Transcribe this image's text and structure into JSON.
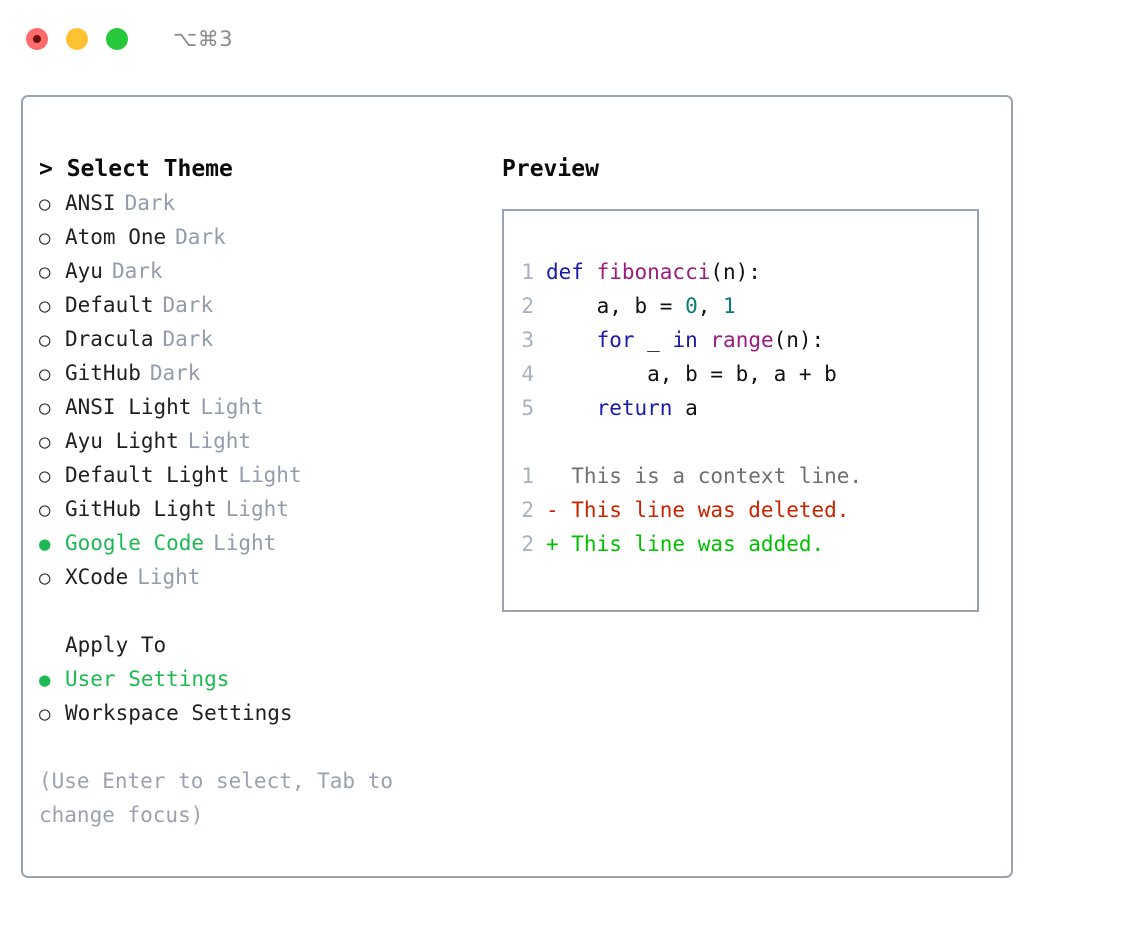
{
  "titlebar": {
    "shortcut": "⌥⌘3",
    "lights": [
      {
        "name": "close",
        "color": "#ff6b6b"
      },
      {
        "name": "minimize",
        "color": "#ffc233"
      },
      {
        "name": "maximize",
        "color": "#28c83c"
      }
    ]
  },
  "theme_picker": {
    "heading": "> Select Theme",
    "selected_marker": "●",
    "unselected_marker": "○",
    "items": [
      {
        "label": "ANSI",
        "category": "Dark",
        "selected": false
      },
      {
        "label": "Atom One",
        "category": "Dark",
        "selected": false
      },
      {
        "label": "Ayu",
        "category": "Dark",
        "selected": false
      },
      {
        "label": "Default",
        "category": "Dark",
        "selected": false
      },
      {
        "label": "Dracula",
        "category": "Dark",
        "selected": false
      },
      {
        "label": "GitHub",
        "category": "Dark",
        "selected": false
      },
      {
        "label": "ANSI Light",
        "category": "Light",
        "selected": false
      },
      {
        "label": "Ayu Light",
        "category": "Light",
        "selected": false
      },
      {
        "label": "Default Light",
        "category": "Light",
        "selected": false
      },
      {
        "label": "GitHub Light",
        "category": "Light",
        "selected": false
      },
      {
        "label": "Google Code",
        "category": "Light",
        "selected": true
      },
      {
        "label": "XCode",
        "category": "Light",
        "selected": false
      }
    ]
  },
  "apply_to": {
    "heading": "Apply To",
    "items": [
      {
        "label": "User Settings",
        "selected": true
      },
      {
        "label": "Workspace Settings",
        "selected": false
      }
    ]
  },
  "hint": "(Use Enter to select, Tab to change focus)",
  "preview": {
    "heading": "Preview",
    "code_lines": [
      {
        "number": "1",
        "tokens": [
          {
            "t": "def ",
            "c": "kw"
          },
          {
            "t": "fibonacci",
            "c": "fn"
          },
          {
            "t": "(n):",
            "c": "pl"
          }
        ]
      },
      {
        "number": "2",
        "tokens": [
          {
            "t": "    a, b = ",
            "c": "pl"
          },
          {
            "t": "0",
            "c": "num"
          },
          {
            "t": ", ",
            "c": "pl"
          },
          {
            "t": "1",
            "c": "num"
          }
        ]
      },
      {
        "number": "3",
        "tokens": [
          {
            "t": "    ",
            "c": "pl"
          },
          {
            "t": "for",
            "c": "kw"
          },
          {
            "t": " _ ",
            "c": "pl"
          },
          {
            "t": "in",
            "c": "kw"
          },
          {
            "t": " ",
            "c": "pl"
          },
          {
            "t": "range",
            "c": "fn"
          },
          {
            "t": "(n):",
            "c": "pl"
          }
        ]
      },
      {
        "number": "4",
        "tokens": [
          {
            "t": "        a, b = b, a + b",
            "c": "pl"
          }
        ]
      },
      {
        "number": "5",
        "tokens": [
          {
            "t": "    ",
            "c": "pl"
          },
          {
            "t": "return",
            "c": "kw"
          },
          {
            "t": " a",
            "c": "pl"
          }
        ]
      }
    ],
    "diff_lines": [
      {
        "number": "1",
        "prefix": "  ",
        "text": "This is a context line.",
        "kind": "ctx"
      },
      {
        "number": "2",
        "prefix": "- ",
        "text": "This line was deleted.",
        "kind": "del"
      },
      {
        "number": "2",
        "prefix": "+ ",
        "text": "This line was added.",
        "kind": "add"
      }
    ]
  },
  "colors": {
    "border": "#9aa3b2",
    "accent_green": "#1db954",
    "muted": "#939cab",
    "keyword": "#1a1aa8",
    "function": "#9c1b7e",
    "number": "#0b7a7a",
    "diff_add": "#00c000",
    "diff_del": "#cc2200",
    "diff_ctx": "#6f6f6f"
  }
}
